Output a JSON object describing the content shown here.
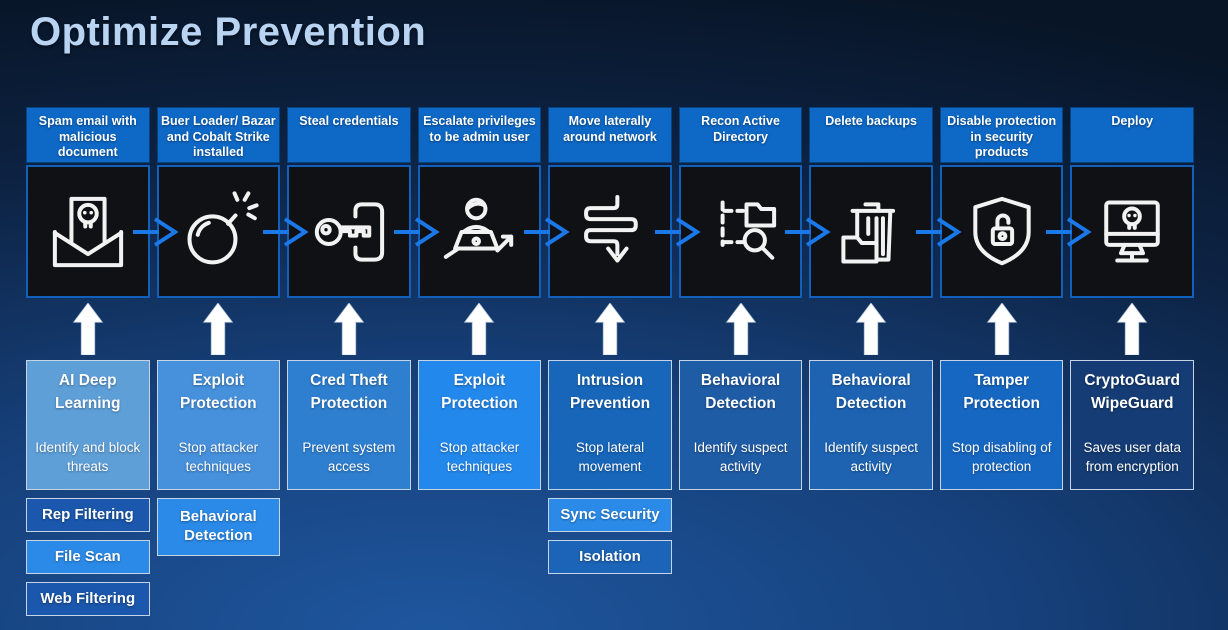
{
  "title": "Optimize Prevention",
  "palette": {
    "titleColor": "#b9d3f2",
    "stage": "#0d68c6",
    "iconBox": "#101114",
    "iconBorder": "#1160bb",
    "arrow": "#1a78e8",
    "p1": "#5e9fd8",
    "p2": "#4690dc",
    "p3": "#2e7fd0",
    "p4": "#2388ec",
    "p5": "#1766ba",
    "p6": "#1f5ca6",
    "p7": "#1d63b2",
    "p8": "#1667c2",
    "p9": "#153c74",
    "extraDark": "#1b57ac",
    "extraBright": "#2b8ae8",
    "extraMid": "#1c64b8"
  },
  "columns": [
    {
      "stage": "Spam email with malicious document",
      "icon": "skull-mail",
      "protection": {
        "name": "AI Deep Learning",
        "desc": "Identify and block threats"
      },
      "extras": [
        {
          "label": "Rep Filtering"
        },
        {
          "label": "File Scan"
        },
        {
          "label": "Web Filtering"
        }
      ]
    },
    {
      "stage": "Buer Loader/ Bazar and Cobalt Strike installed",
      "icon": "bomb",
      "protection": {
        "name": "Exploit Protection",
        "desc": "Stop attacker techniques"
      },
      "extras": [
        {
          "label": "Behavioral Detection"
        }
      ]
    },
    {
      "stage": "Steal credentials",
      "icon": "credential-key",
      "protection": {
        "name": "Cred Theft Protection",
        "desc": "Prevent system access"
      },
      "extras": []
    },
    {
      "stage": "Escalate privileges to be admin user",
      "icon": "privilege-escalation",
      "protection": {
        "name": "Exploit Protection",
        "desc": "Stop attacker techniques"
      },
      "extras": []
    },
    {
      "stage": "Move laterally around network",
      "icon": "lateral-movement",
      "protection": {
        "name": "Intrusion Prevention",
        "desc": "Stop lateral movement"
      },
      "extras": [
        {
          "label": "Sync Security"
        },
        {
          "label": "Isolation"
        }
      ]
    },
    {
      "stage": "Recon Active Directory",
      "icon": "directory-recon",
      "protection": {
        "name": "Behavioral Detection",
        "desc": "Identify suspect activity"
      },
      "extras": []
    },
    {
      "stage": "Delete backups",
      "icon": "delete-backups",
      "protection": {
        "name": "Behavioral Detection",
        "desc": "Identify suspect activity"
      },
      "extras": []
    },
    {
      "stage": "Disable protection in security products",
      "icon": "tamper-shield",
      "protection": {
        "name": "Tamper Protection",
        "desc": "Stop disabling of protection"
      },
      "extras": []
    },
    {
      "stage": "Deploy",
      "icon": "ransomware-deploy",
      "protection": {
        "name": "CryptoGuard WipeGuard",
        "desc": "Saves user data from encryption"
      },
      "extras": []
    }
  ]
}
